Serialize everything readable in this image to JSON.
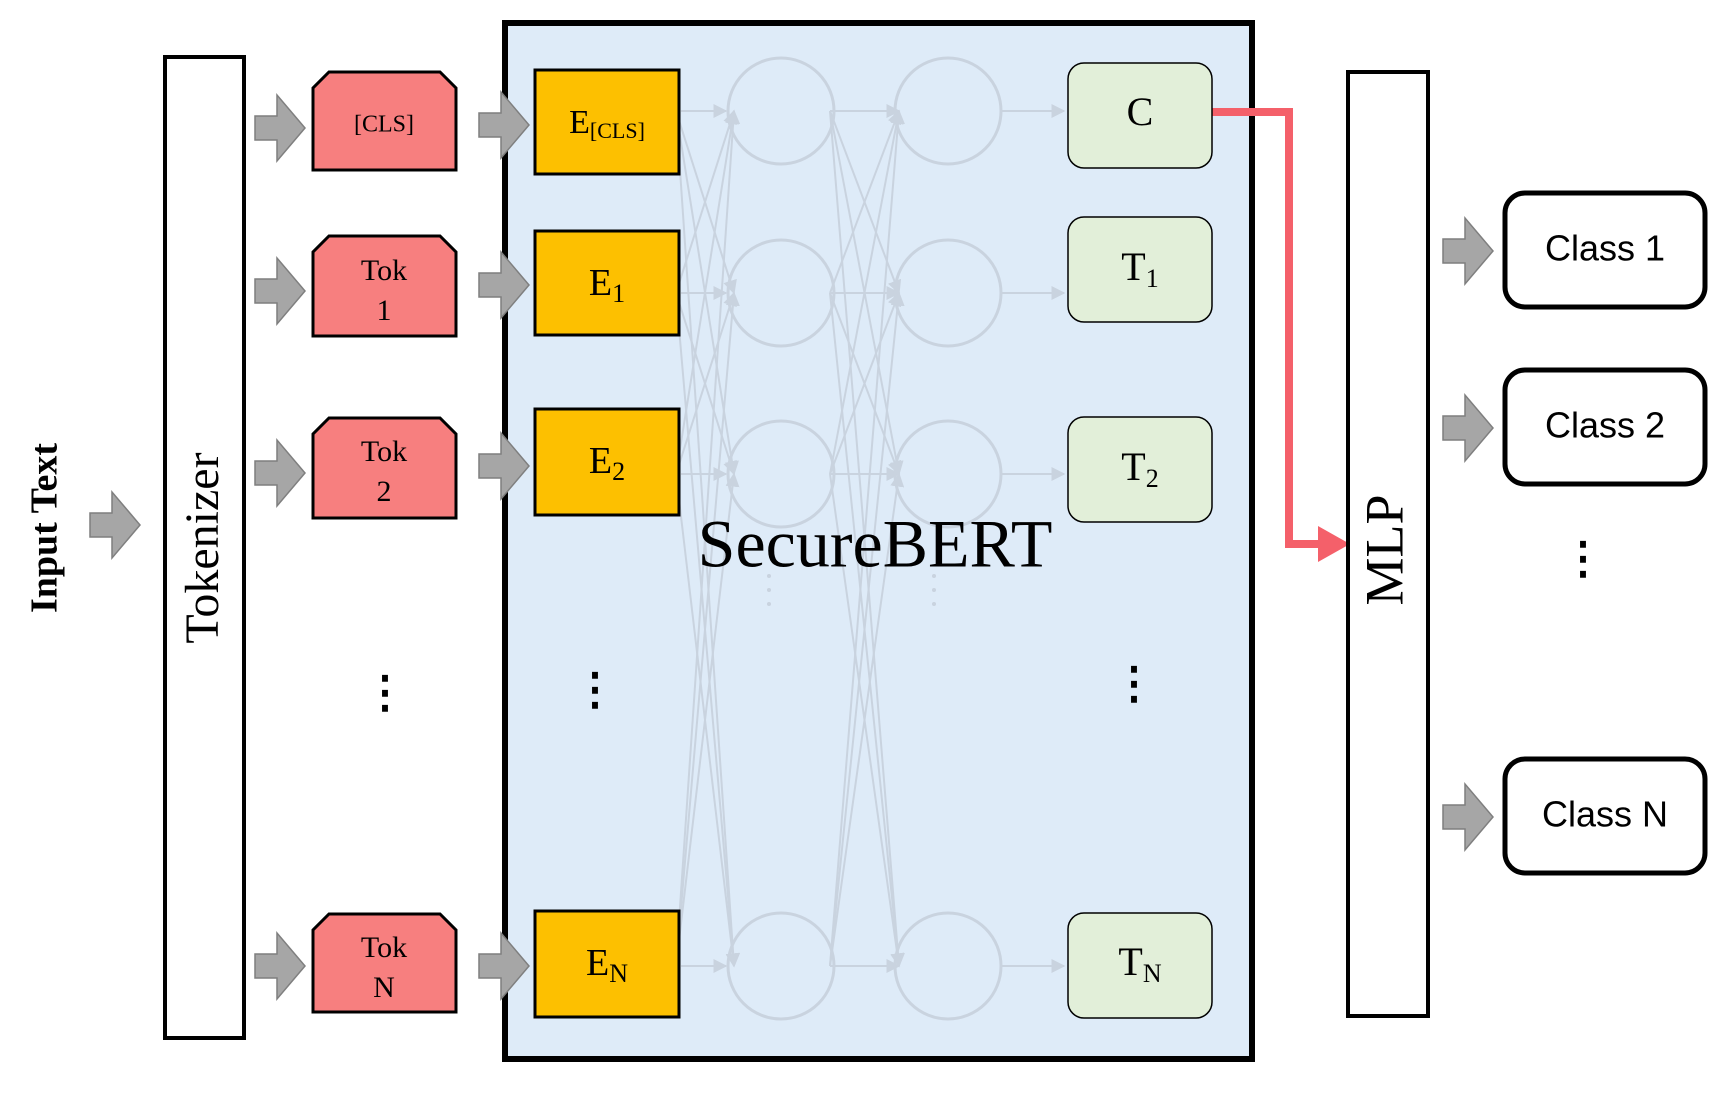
{
  "input": {
    "label": "Input Text"
  },
  "tokenizer": {
    "label": "Tokenizer"
  },
  "tokens": [
    {
      "line1": "[CLS]",
      "line2": ""
    },
    {
      "line1": "Tok",
      "line2": "1"
    },
    {
      "line1": "Tok",
      "line2": "2"
    },
    {
      "line1": "Tok",
      "line2": "N"
    }
  ],
  "embeddings": [
    {
      "base": "E",
      "sub": "[CLS]"
    },
    {
      "base": "E",
      "sub": "1"
    },
    {
      "base": "E",
      "sub": "2"
    },
    {
      "base": "E",
      "sub": "N"
    }
  ],
  "model": {
    "label": "SecureBERT"
  },
  "outputs": [
    {
      "base": "C",
      "sub": ""
    },
    {
      "base": "T",
      "sub": "1"
    },
    {
      "base": "T",
      "sub": "2"
    },
    {
      "base": "T",
      "sub": "N"
    }
  ],
  "mlp": {
    "label": "MLP"
  },
  "classes": [
    {
      "label": "Class 1"
    },
    {
      "label": "Class 2"
    },
    {
      "label": "Class N"
    }
  ],
  "ellipsis": "⋮",
  "colors": {
    "token_fill": "#f77f7f",
    "embedding_fill": "#fdc000",
    "output_fill": "#e2efd9",
    "model_bg": "#deebf8",
    "cls_arrow": "#f4606a",
    "arrow_gray": "#a6a6a6",
    "network_line": "#c9d3df"
  }
}
